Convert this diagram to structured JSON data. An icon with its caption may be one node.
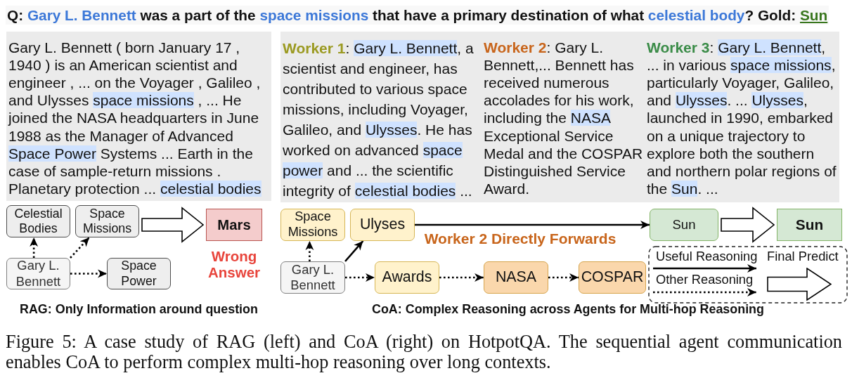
{
  "diagram": {
    "title": "Q: *Gary L. Bennett* was a part of the *space missions* that have a primary destination of what *celestial body*? Gold: *Sun*",
    "caption": "Figure 5: A case study of RAG (left) and CoA (right) on HotpotQA. The sequential agent communication enables CoA to perform complex multi-hop reasoning over long contexts.",
    "nodes": [
      {
        "text": [
          "Gary L. Bennett ( born January 17 , 1940 ) is an American scientist and engineer , ... on the Voyager , Galileo , and Ulysses *space missions* , ... He joined the NASA headquarters in June 1988 as the Manager of Advanced *Space Power* Systems ... Earth in the case of sample-return missions . Planetary protection ... *celestial bodies*"
        ]
      },
      {
        "text": [
          "**Worker 1**: *Gary L. Bennett*, a scientist and engineer, has contributed to various space missions, including Voyager, Galileo, and *Ulysses*. He has worked on advanced *space power* and ... the scientific integrity of *celestial bodies* ...",
          "**Worker 2**: Gary L. Bennett,... Bennett has received numerous accolades for his work, including the *NASA* Exceptional Service Medal and the COSPAR Distinguished Service Award.",
          "**Worker 3**: *Gary L. Bennett*, ... in various *space missions*, particularly Voyager, Galileo, and *Ulysses*. ... *Ulysses*, launched in 1990, embarked on a unique trajectory to explore both the southern and northern polar regions of the *Sun*. ..."
        ]
      },
      {
        "text": [
          "Celestial Bodies"
        ]
      },
      {
        "text": [
          "Space Missions"
        ]
      },
      {
        "text": [
          "Mars"
        ],
        "beside": [
          "Wrong Answer"
        ]
      },
      {
        "text": [
          "Gary L. Bennett"
        ]
      },
      {
        "text": [
          "Space Power"
        ]
      },
      {
        "text": [
          "Space Missions"
        ]
      },
      {
        "text": [
          "Ulyses"
        ]
      },
      {
        "text": [
          "Sun"
        ]
      },
      {
        "text": [
          "Sun"
        ]
      },
      {
        "text": [
          "Gary L. Bennett"
        ]
      },
      {
        "text": [
          "Awards"
        ]
      },
      {
        "text": [
          "NASA"
        ]
      },
      {
        "text": [
          "COSPAR"
        ]
      }
    ],
    "edges": [
      {
        "from": 5,
        "to": 2,
        "arrow": "to",
        "style": "dashed"
      },
      {
        "from": 5,
        "to": 3,
        "arrow": "to",
        "style": "dashed"
      },
      {
        "from": 5,
        "to": 6,
        "arrow": "to",
        "style": "dashed"
      },
      {
        "from": 3,
        "to": 4,
        "arrow": "to",
        "style": "thick"
      },
      {
        "from": 11,
        "to": 7,
        "arrow": "to",
        "style": "dashed"
      },
      {
        "from": 11,
        "to": 8,
        "arrow": "to"
      },
      {
        "from": 8,
        "to": 9,
        "arrow": "to",
        "label": "Worker 2 Directly Forwards"
      },
      {
        "from": 9,
        "to": 10,
        "arrow": "to",
        "style": "thick"
      },
      {
        "from": 11,
        "to": 12,
        "arrow": "to",
        "style": "dashed"
      },
      {
        "from": 12,
        "to": 13,
        "arrow": "to",
        "style": "dashed"
      },
      {
        "from": 13,
        "to": 14,
        "arrow": "to",
        "style": "dashed"
      }
    ],
    "labels": [
      "RAG: Only Information around question",
      "CoA: Complex Reasoning across Agents for Multi-hop Reasoning"
    ],
    "legend": [
      {
        "text": "Useful Reasoning"
      },
      {
        "text": "Other Reasoning"
      },
      {
        "text": "Final Predict"
      }
    ]
  }
}
